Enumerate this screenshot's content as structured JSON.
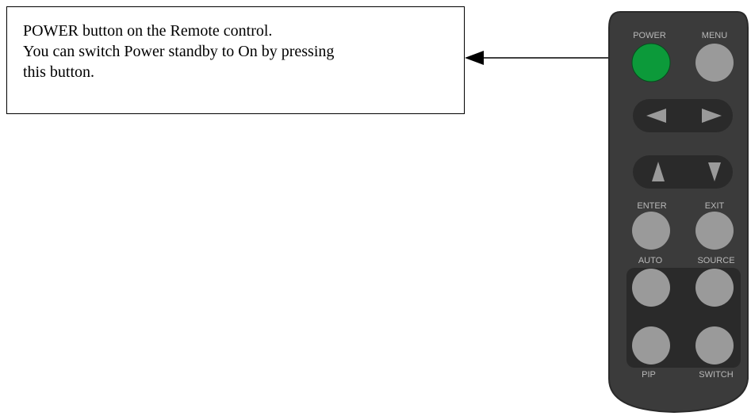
{
  "callout": {
    "lines": [
      "POWER button on the Remote control.",
      "You can switch Power standby to On by pressing",
      "this button."
    ]
  },
  "remote": {
    "labels": {
      "power": "POWER",
      "menu": "MENU",
      "enter": "ENTER",
      "exit": "EXIT",
      "auto": "AUTO",
      "source": "SOURCE",
      "pip": "PIP",
      "switch": "SWITCH"
    },
    "colors": {
      "body": "#3b3b3b",
      "body_edge": "#2a2a2a",
      "button": "#9a9a9a",
      "power_button": "#0c9a3a",
      "pad": "#2d2d2d",
      "label": "#b9b9b9"
    },
    "icons": {
      "left": "triangle-left-icon",
      "right": "triangle-right-icon",
      "up": "triangle-up-icon",
      "down": "triangle-down-icon"
    }
  }
}
